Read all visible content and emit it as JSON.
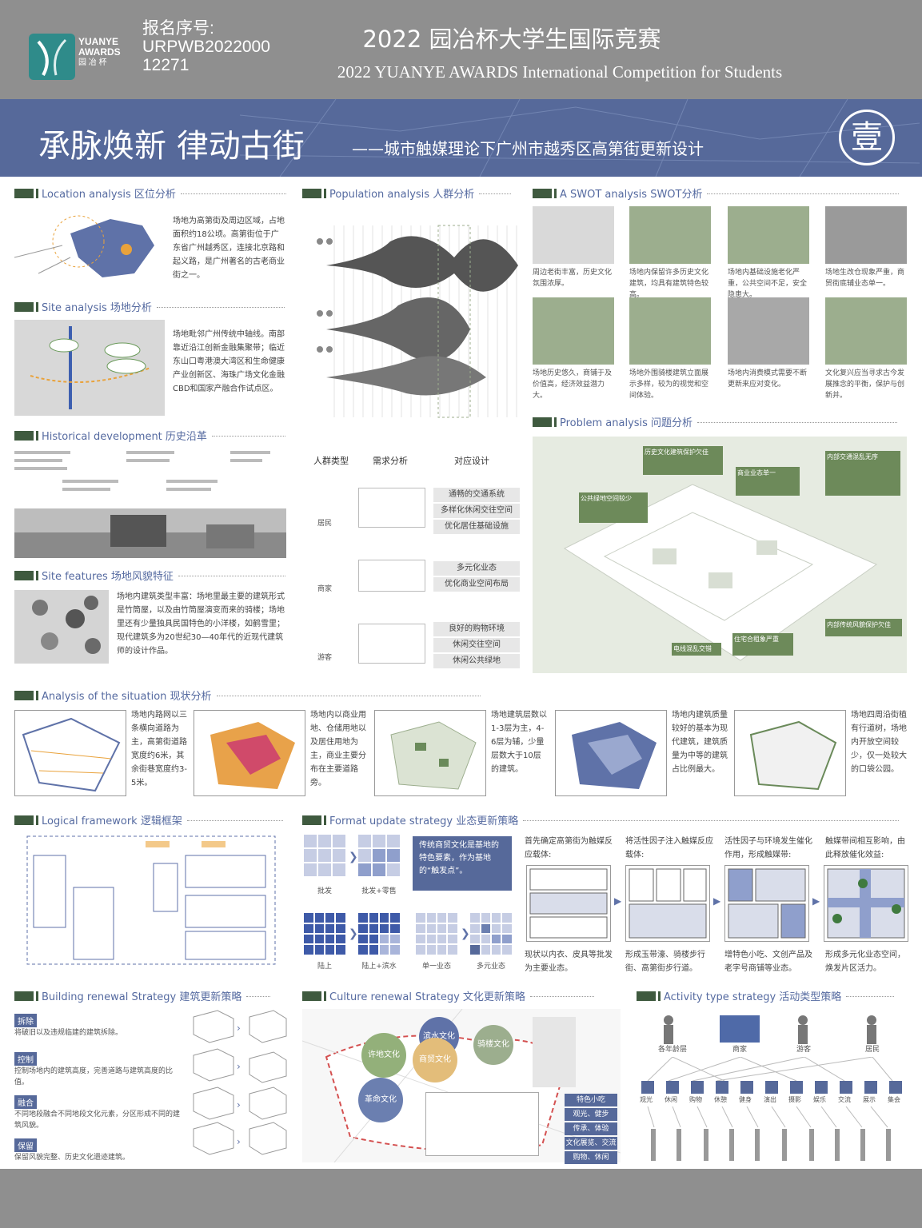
{
  "header": {
    "logo_line1": "YUANYE",
    "logo_line2": "AWARDS",
    "logo_line3": "园 冶 杯",
    "reg_label": "报名序号:",
    "reg_number": "URPWB2022000\n12271",
    "title_cn": "2022 园冶杯大学生国际竞赛",
    "title_en": "2022 YUANYE AWARDS International Competition for  Students"
  },
  "banner": {
    "title": "承脉焕新  律动古街",
    "subtitle": "——城市触媒理论下广州市越秀区高第街更新设计",
    "seal": "壹"
  },
  "sections": {
    "location": "Location analysis 区位分析",
    "population": "Population analysis 人群分析",
    "swot": "A SWOT analysis SWOT分析",
    "site": "Site analysis 场地分析",
    "history": "Historical development 历史沿革",
    "problem": "Problem analysis 问题分析",
    "features": "Site features 场地风貌特征",
    "situation": "Analysis of the situation 现状分析",
    "logical": "Logical framework 逻辑框架",
    "format": "Format update strategy 业态更新策略",
    "building": "Building renewal Strategy 建筑更新策略",
    "culture": "Culture renewal Strategy 文化更新策略",
    "activity": "Activity type strategy 活动类型策略"
  },
  "texts": {
    "location": "场地为高第街及周边区域，占地面积约18公顷。高第街位于广东省广州越秀区，连接北京路和起义路，是广州著名的古老商业街之一。",
    "site": "场地毗邻广州传统中轴线。南部靠近沿江创新金融集聚带；临近东山口粤港澳大湾区和生命健康产业创新区、海珠广场文化金融CBD和国家产融合作试点区。",
    "features": "场地内建筑类型丰富：场地里最主要的建筑形式是竹筒屋，以及由竹筒屋演变而来的骑楼；场地里还有少量独具民国特色的小洋楼，如鹤雪里；现代建筑多为20世纪30—40年代的近现代建筑师的设计作品。"
  },
  "population": {
    "headers": [
      "人群类型",
      "需求分析",
      "对应设计"
    ],
    "groups": [
      {
        "type": "居民",
        "designs": [
          "通畅的交通系统",
          "多样化休闲交往空间",
          "优化居住基础设施"
        ]
      },
      {
        "type": "商家",
        "designs": [
          "多元化业态",
          "优化商业空间布局"
        ]
      },
      {
        "type": "游客",
        "designs": [
          "良好的购物环境",
          "休闲交往空间",
          "休闲公共绿地"
        ]
      }
    ]
  },
  "swot": [
    "周边老街丰富，历史文化氛围浓厚。",
    "场地内保留许多历史文化建筑，均具有建筑特色较高。",
    "场地内基础设施老化严重，公共空间不足，安全隐患大。",
    "场地生改仓现象严重，商贸街底辅业态单一。",
    "场地历史悠久，商铺于及价值高，经济效益潜力大。",
    "场地外围骑楼建筑立面展示多样，较为的视觉和空间体验。",
    "场地内消费模式需要不断更新来应对变化。",
    "文化复兴应当寻求古今发展推念的平衡，保护与创新并。"
  ],
  "problem_labels": [
    "历史文化建筑保护欠佳",
    "商业业态单一",
    "内部交通混乱无序",
    "公共绿地空间较少",
    "内部传统风貌保护欠佳",
    "电线混乱交错",
    "住宅合租象严重"
  ],
  "situation": [
    "场地内路网以三条横向道路为主，高第街道路宽度约6米，其余街巷宽度约3-5米。",
    "场地内以商业用地、仓储用地以及居住用地为主，商业主要分布在主要道路旁。",
    "场地建筑层数以1-3层为主，4-6层为辅，少量层数大于10层的建筑。",
    "场地内建筑质量较好的基本为现代建筑，建筑质量为中等的建筑占比例最大。",
    "场地四周沿街植有行道树，场地内开放空间较少，仅一处较大的口袋公园。"
  ],
  "format": {
    "grids": [
      "批发",
      "批发+零售",
      "陆上",
      "陆上+滨水",
      "单一业态",
      "多元业态"
    ],
    "callout": "传统商贸文化是基地的特色要素，作为基地的“触发点”。",
    "steps_top": [
      "首先确定高第街为触媒反应载体:",
      "将活性因子注入触媒反应载体:",
      "活性因子与环境发生催化作用，形成触媒带:",
      "触媒带间相互影响，由此释放催化效益:"
    ],
    "steps_bottom": [
      "现状以内衣、皮具等批发为主要业态。",
      "形成玉带濠、骑楼步行街、高第街步行道。",
      "增特色小吃、文创产品及老字号商铺等业态。",
      "形成多元化业态空间，焕发片区活力。"
    ]
  },
  "building": [
    {
      "title": "拆除",
      "text": "将破旧以及违规临建的建筑拆除。"
    },
    {
      "title": "控制",
      "text": "控制场地内的建筑高度，完善道路与建筑高度的比值。"
    },
    {
      "title": "融合",
      "text": "不同地段融合不同地段文化元素，分区形成不同的建筑风貌。"
    },
    {
      "title": "保留",
      "text": "保留风貌完整、历史文化遗迹建筑。"
    }
  ],
  "culture": {
    "bubbles": [
      "许地文化",
      "滨水文化",
      "骑楼文化",
      "商贸文化",
      "革命文化"
    ],
    "tags": [
      "特色小吃",
      "观光、健步",
      "传承、体验",
      "文化展览、交流",
      "购物、休闲"
    ]
  },
  "activity": {
    "people": [
      "各年龄层",
      "商家",
      "游客",
      "居民"
    ],
    "icons": [
      "观光",
      "休闲",
      "购物",
      "休憩",
      "健身",
      "演出",
      "摄影",
      "娱乐",
      "交流",
      "展示",
      "集会"
    ]
  },
  "colors": {
    "header": "#8f8f8f",
    "banner": "#56699a",
    "title_text": "#556aa0",
    "accent_green": "#3f5a3f",
    "sage": "#9cae8e"
  }
}
